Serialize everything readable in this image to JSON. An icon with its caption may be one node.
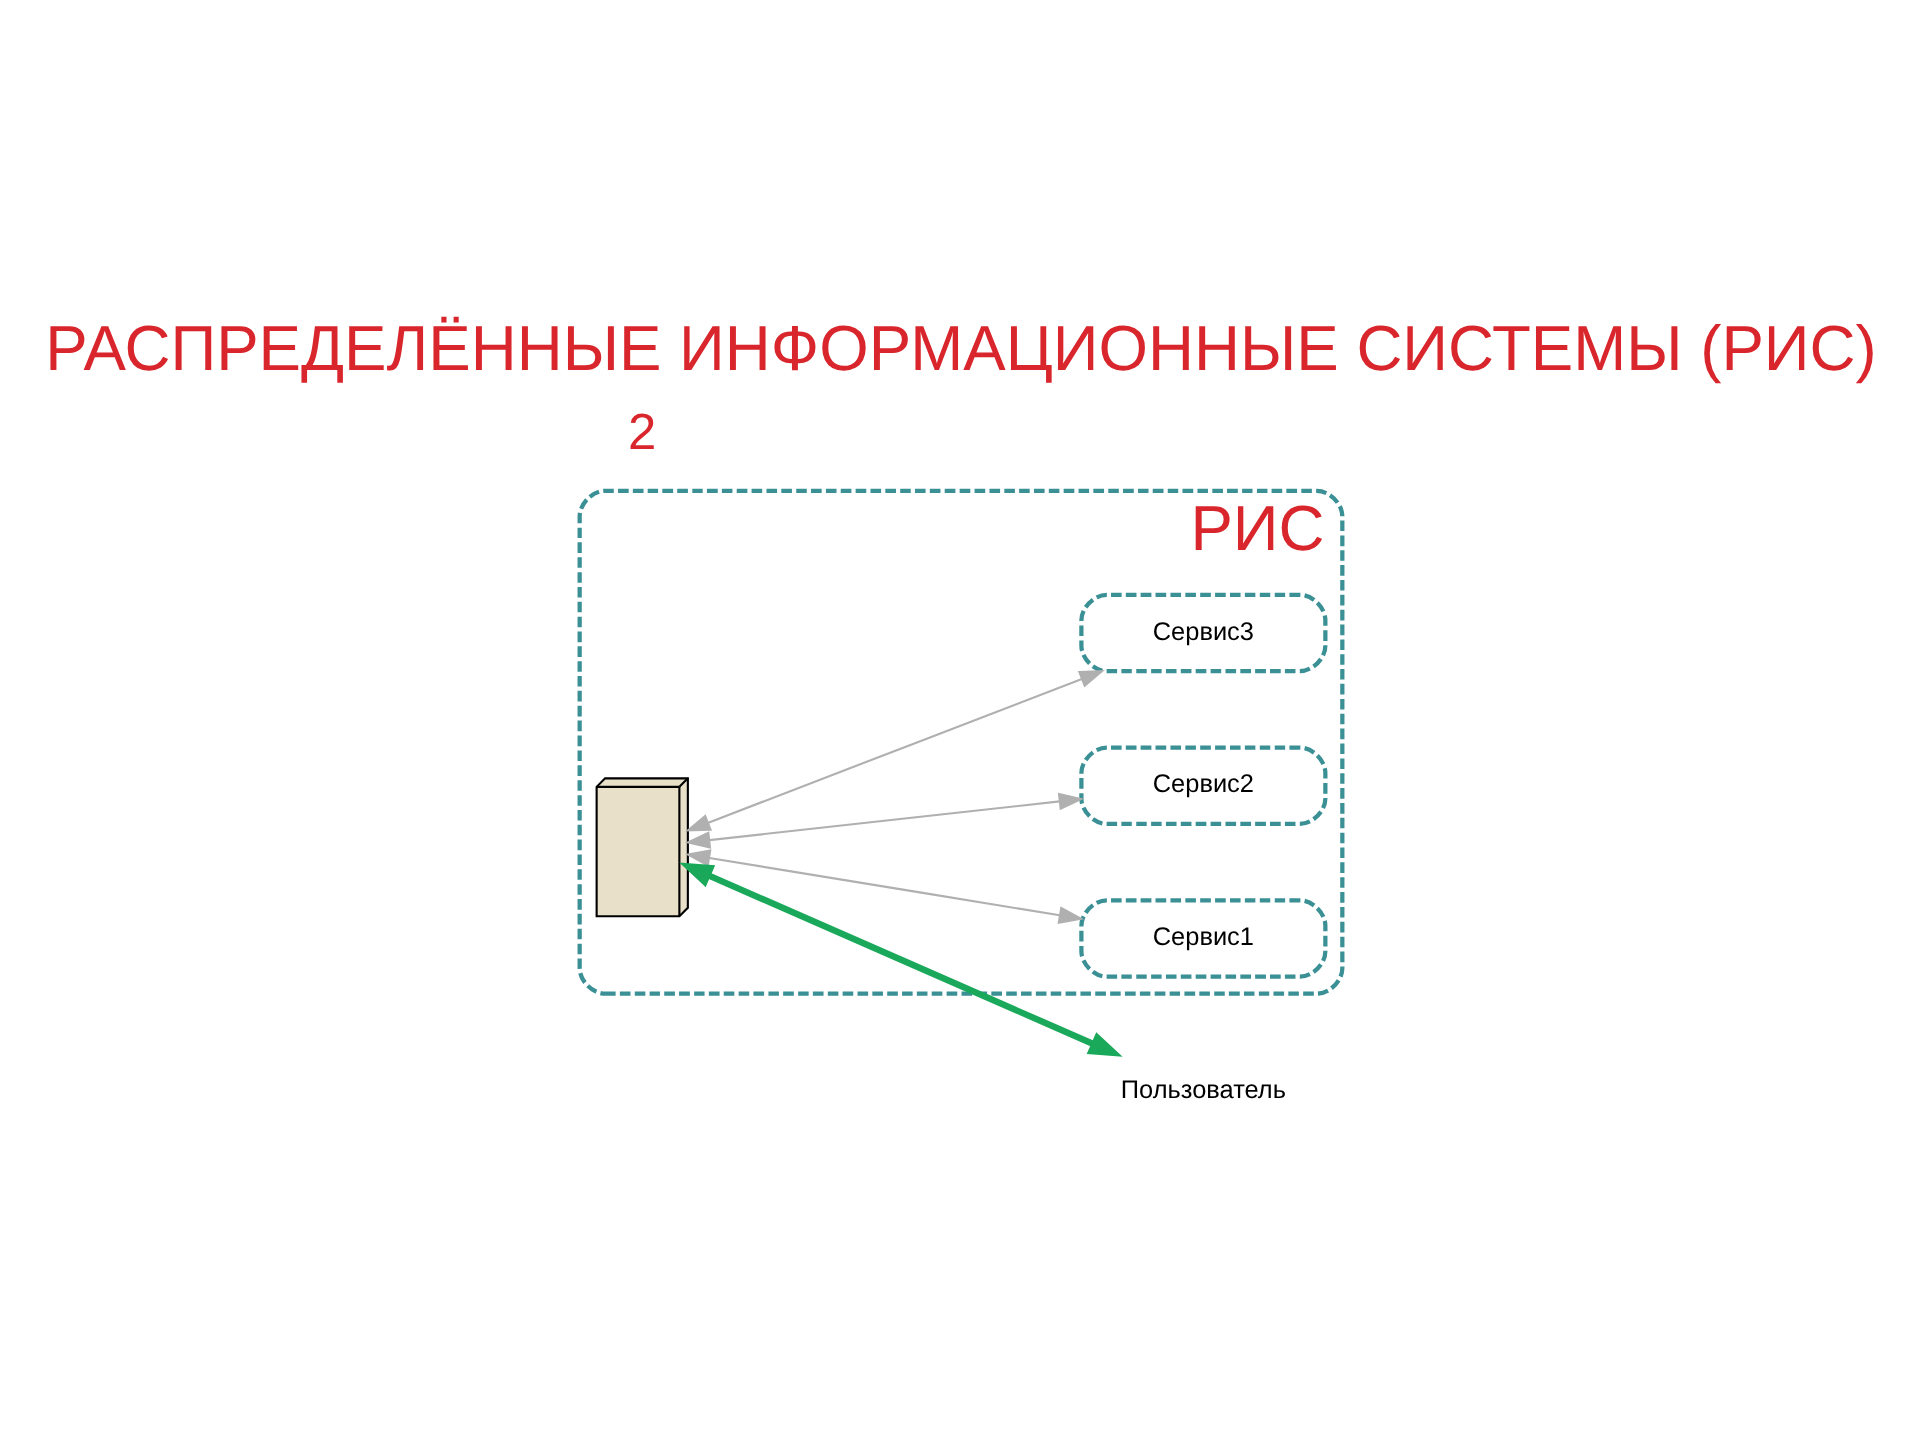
{
  "diagram": {
    "title": "РАСПРЕДЕЛЁННЫЕ ИНФОРМАЦИОННЫЕ СИСТЕМЫ (РИС)",
    "nodes": [
      {
        "text": [
          "РИС"
        ]
      },
      {
        "text": [],
        "shape": "box",
        "in": 0
      },
      {
        "text": [
          "Сервис1"
        ],
        "in": 0
      },
      {
        "text": [
          "Сервис2"
        ],
        "in": 0
      },
      {
        "text": [
          "Сервис3"
        ],
        "in": 0
      },
      {
        "text": [
          "Пользователь"
        ]
      }
    ],
    "edges": [
      {
        "from": 1,
        "to": 2,
        "arrow": "both"
      },
      {
        "from": 1,
        "to": 3,
        "arrow": "both"
      },
      {
        "from": 1,
        "to": 4,
        "arrow": "both"
      },
      {
        "from": 1,
        "to": 5,
        "arrow": "both",
        "style": "thick",
        "color": "#1aa85a"
      }
    ],
    "labels": [
      "2"
    ]
  }
}
